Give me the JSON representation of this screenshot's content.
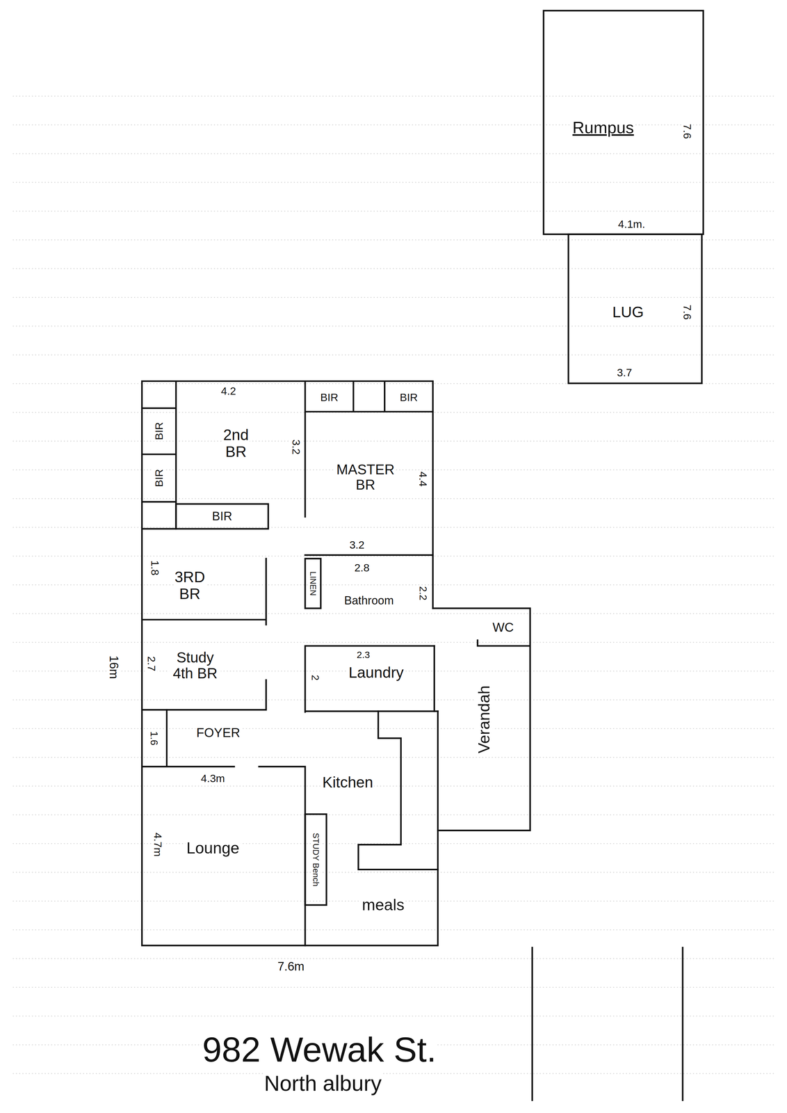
{
  "diagram": {
    "nodes": [
      {
        "text": [
          "Rumpus"
        ]
      },
      {
        "text": [
          "LUG"
        ]
      },
      {
        "text": [
          "2nd BR"
        ]
      },
      {
        "text": [
          "BIR"
        ]
      },
      {
        "text": [
          "BIR"
        ]
      },
      {
        "text": [
          "BIR"
        ]
      },
      {
        "text": [
          "BIR"
        ]
      },
      {
        "text": [
          "BIR"
        ]
      },
      {
        "text": [
          "MASTER BR"
        ]
      },
      {
        "text": [
          "3RD BR"
        ]
      },
      {
        "text": [
          "Bathroom"
        ]
      },
      {
        "text": [
          "LINEN"
        ],
        "in": 10
      },
      {
        "text": [
          "Study 4th BR"
        ]
      },
      {
        "text": [
          "Laundry"
        ]
      },
      {
        "text": [
          "FOYER"
        ]
      },
      {
        "text": [
          "Kitchen"
        ]
      },
      {
        "text": [
          "Verandah"
        ]
      },
      {
        "text": [
          "WC"
        ],
        "in": 16
      },
      {
        "text": [
          "Lounge"
        ]
      },
      {
        "text": [
          "STUDY Bench"
        ]
      },
      {
        "text": [
          "meals"
        ]
      }
    ],
    "labels": [
      "7.6",
      "4.1m.",
      "7.6",
      "3.7",
      "4.2",
      "3.2",
      "4.4",
      "3.2",
      "1.8",
      "2.8",
      "2.2",
      "2.3",
      "2.7",
      "16m",
      "2",
      "1.6",
      "4.3m",
      "4.7m",
      "7.6m",
      "982 Wewak St.",
      "North albury"
    ]
  }
}
